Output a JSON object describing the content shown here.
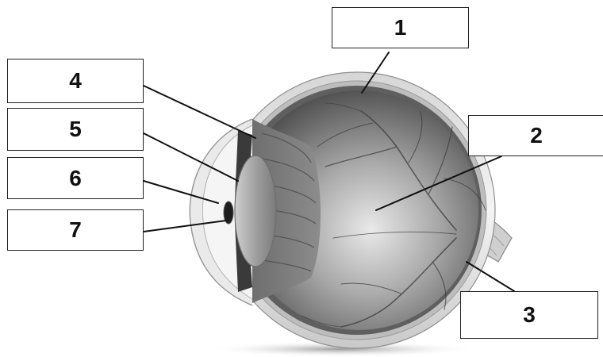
{
  "diagram": {
    "labels": [
      {
        "id": "1",
        "text": "1"
      },
      {
        "id": "2",
        "text": "2"
      },
      {
        "id": "3",
        "text": "3"
      },
      {
        "id": "4",
        "text": "4"
      },
      {
        "id": "5",
        "text": "5"
      },
      {
        "id": "6",
        "text": "6"
      },
      {
        "id": "7",
        "text": "7"
      }
    ]
  }
}
